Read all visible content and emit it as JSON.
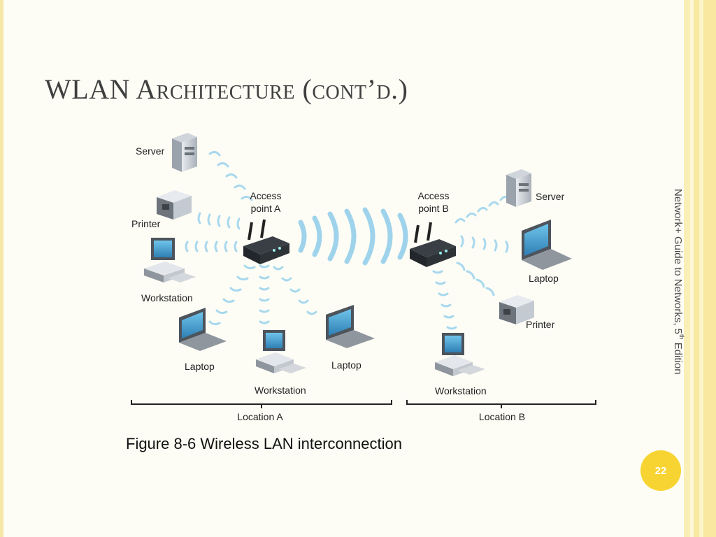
{
  "slide": {
    "title": "WLAN Architecture (cont’d.)",
    "side_caption_prefix": "Network+ Guide to Networks, 5",
    "side_caption_sup": "th",
    "side_caption_suffix": " Edition",
    "page_number": "22",
    "figure_caption": "Figure 8-6 Wireless LAN interconnection"
  },
  "diagram": {
    "access_point_a": {
      "line1": "Access",
      "line2": "point A"
    },
    "access_point_b": {
      "line1": "Access",
      "line2": "point B"
    },
    "location_a": {
      "label": "Location A",
      "server": "Server",
      "printer": "Printer",
      "workstation_left": "Workstation",
      "laptop_left": "Laptop",
      "workstation_center": "Workstation",
      "laptop_right": "Laptop"
    },
    "location_b": {
      "label": "Location B",
      "server": "Server",
      "laptop": "Laptop",
      "printer": "Printer",
      "workstation": "Workstation"
    }
  }
}
